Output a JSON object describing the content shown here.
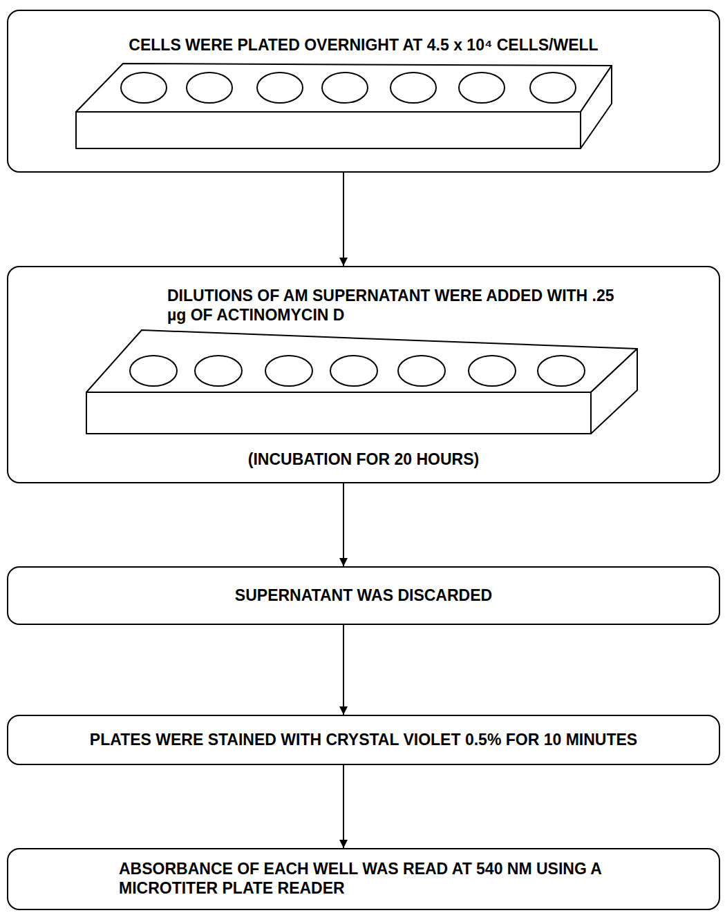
{
  "diagram": {
    "nodes": [
      {
        "text": [
          "CELLS WERE PLATED OVERNIGHT AT 4.5 x 10⁴ CELLS/WELL"
        ]
      },
      {
        "text": [
          "DILUTIONS OF AM SUPERNATANT WERE ADDED WITH .25 µg OF ACTINOMYCIN D",
          "(INCUBATION FOR 20 HOURS)"
        ]
      },
      {
        "text": [
          "SUPERNATANT WAS DISCARDED"
        ]
      },
      {
        "text": [
          "PLATES WERE STAINED WITH CRYSTAL VIOLET 0.5% FOR 10 MINUTES"
        ]
      },
      {
        "text": [
          "ABSORBANCE OF EACH WELL WAS READ AT 540 NM USING A MICROTITER PLATE READER"
        ]
      }
    ],
    "edges": [
      {
        "from": 0,
        "to": 1,
        "arrow": "to"
      },
      {
        "from": 1,
        "to": 2,
        "arrow": "to"
      },
      {
        "from": 2,
        "to": 3,
        "arrow": "to"
      },
      {
        "from": 3,
        "to": 4,
        "arrow": "to"
      }
    ]
  }
}
